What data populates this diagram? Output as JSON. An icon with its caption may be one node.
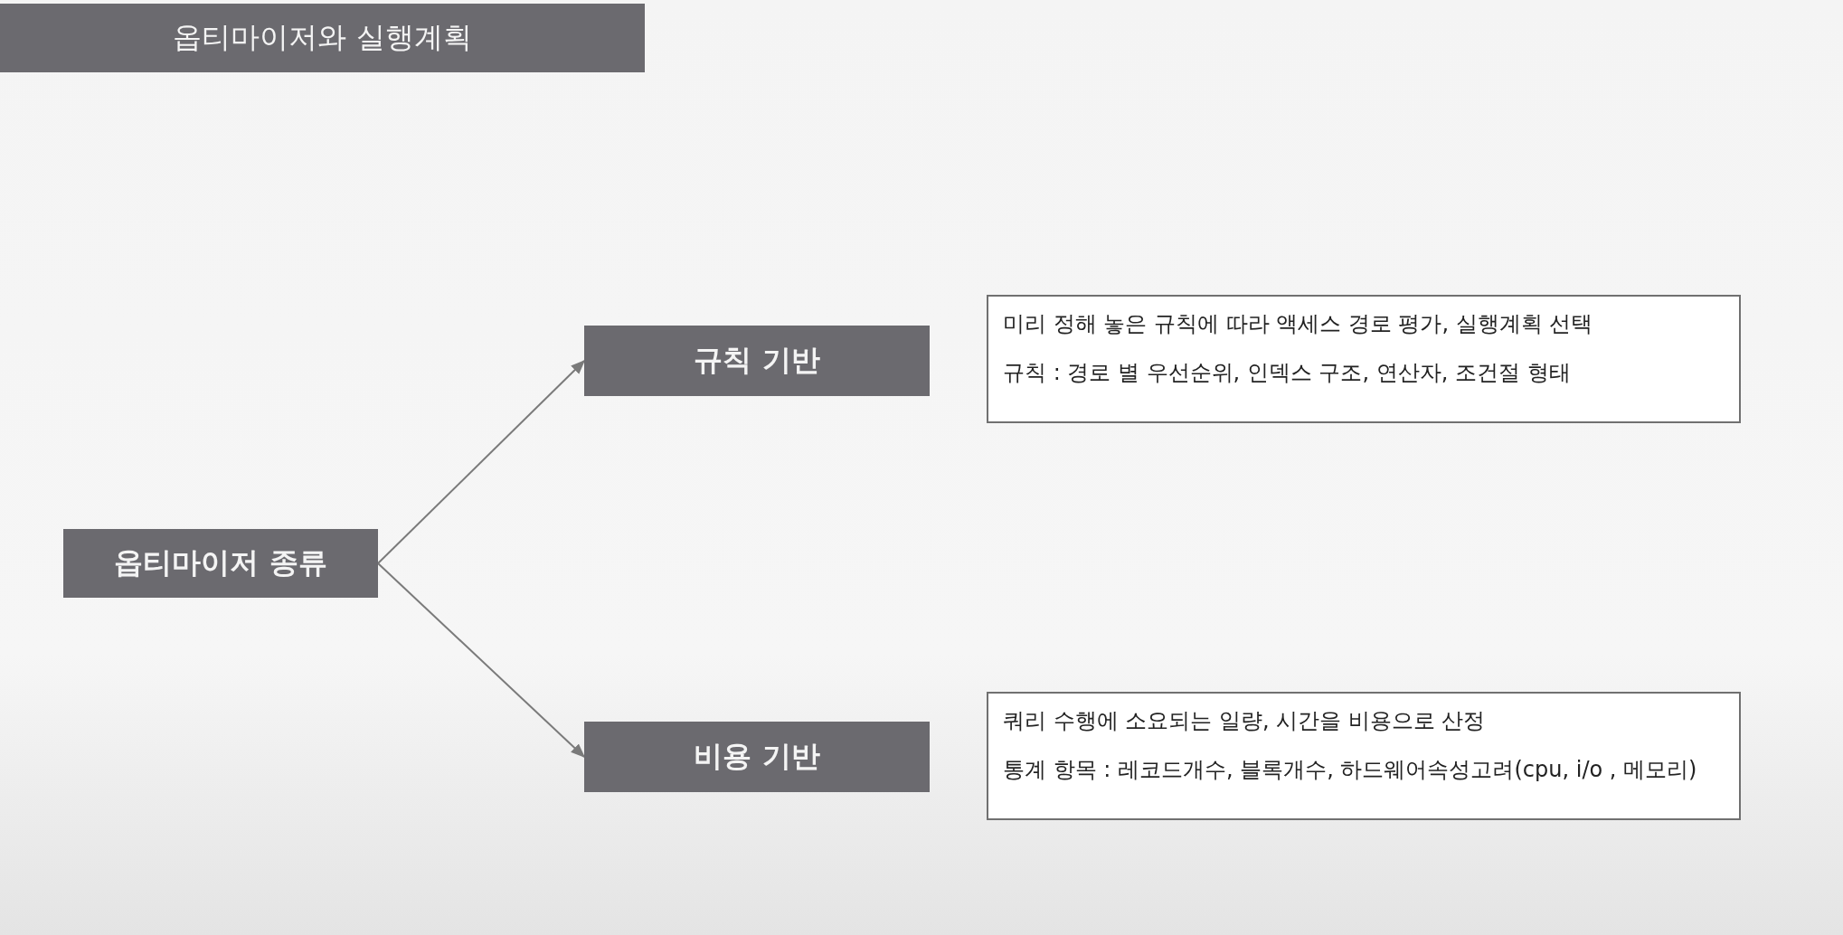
{
  "diagram": {
    "title": "옵티마이저와 실행계획",
    "nodes": [
      {
        "text": [
          "옵티마이저 종류"
        ]
      },
      {
        "text": [
          "규칙 기반"
        ]
      },
      {
        "text": [
          "비용 기반"
        ]
      },
      {
        "text": [
          "미리 정해 놓은 규칙에 따라 액세스 경로 평가, 실행계획 선택",
          "규칙 : 경로 별 우선순위, 인덱스 구조, 연산자, 조건절 형태"
        ]
      },
      {
        "text": [
          "쿼리 수행에 소요되는 일량, 시간을 비용으로 산정",
          "통계 항목 : 레코드개수, 블록개수, 하드웨어속성고려(cpu, i/o , 메모리)"
        ]
      }
    ],
    "edges": [
      {
        "from": 0,
        "to": 1,
        "arrow": "to"
      },
      {
        "from": 0,
        "to": 2,
        "arrow": "to"
      }
    ]
  }
}
